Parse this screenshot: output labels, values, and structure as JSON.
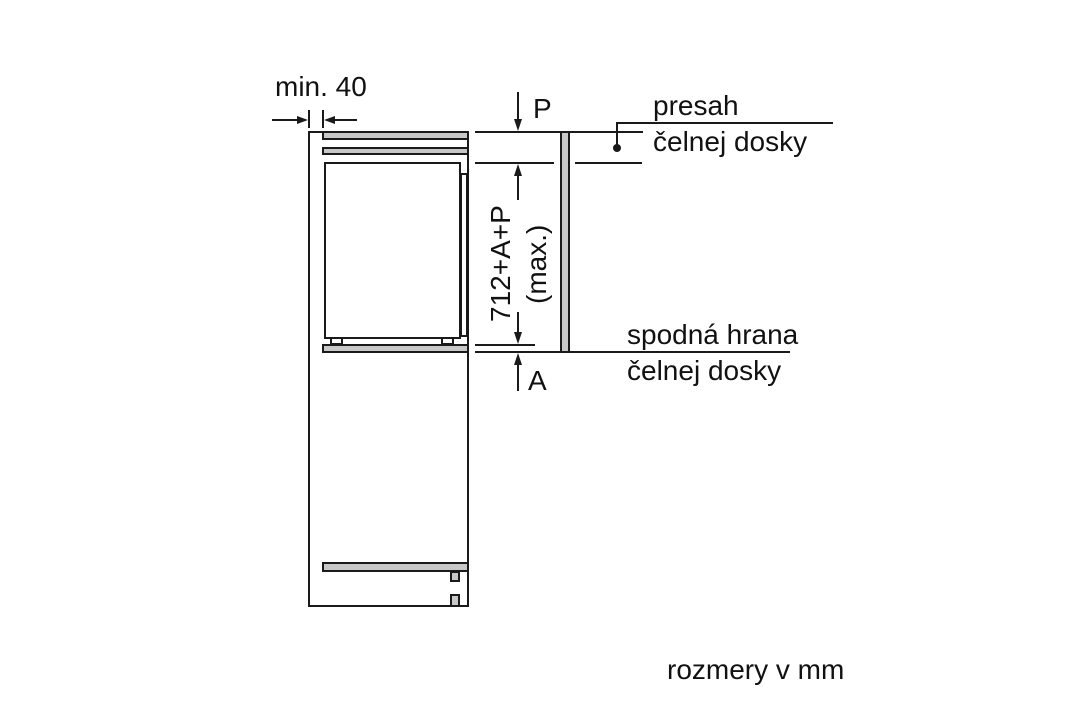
{
  "labels": {
    "min_gap": "min. 40",
    "overlap_symbol": "P",
    "bottom_symbol": "A",
    "height_formula": "712+A+P",
    "height_qualifier": "(max.)",
    "overlap_line1": "presah",
    "overlap_line2": "čelnej dosky",
    "bottom_edge_line1": "spodná hrana",
    "bottom_edge_line2": "čelnej dosky",
    "units_note": "rozmery v mm"
  },
  "colors": {
    "panel_fill": "#c8c8c8",
    "line": "#1a1a1a"
  }
}
